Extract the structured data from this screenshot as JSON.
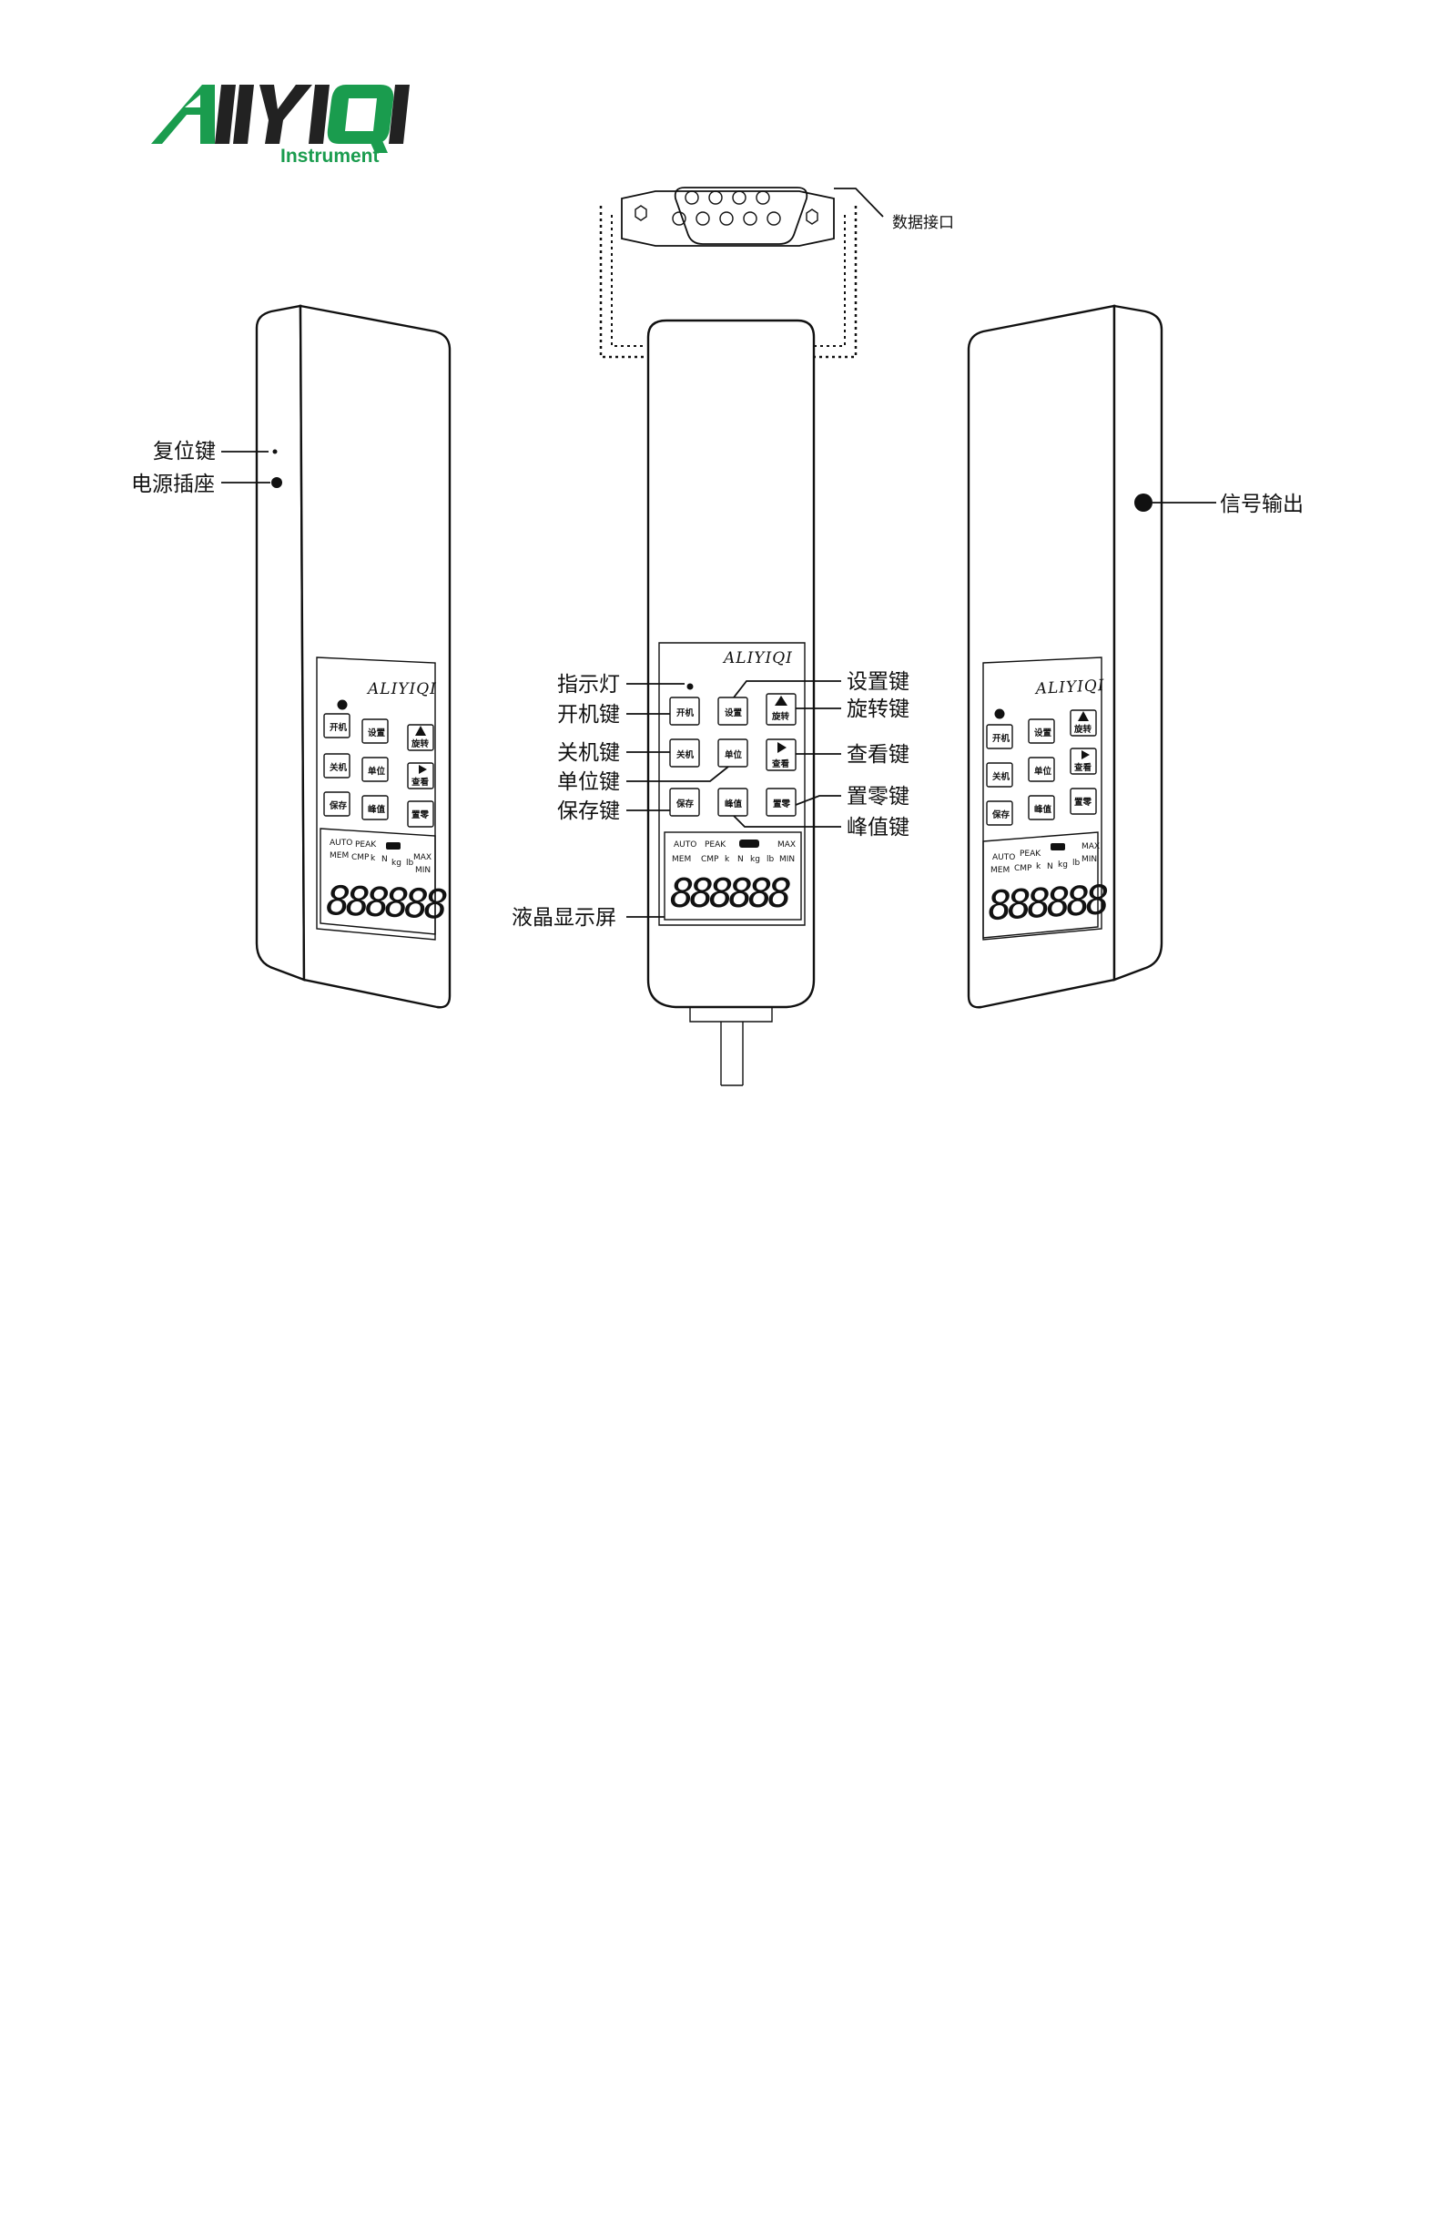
{
  "logo": {
    "word": "ALIYIQI",
    "sub": "Instrument",
    "green": "#1a9c4e",
    "dark": "#222222"
  },
  "brand": "ALIYIQI",
  "labels": {
    "data_port": "数据接口",
    "reset_key": "复位键",
    "power_socket": "电源插座",
    "signal_output": "信号输出",
    "indicator": "指示灯",
    "power_on_key": "开机键",
    "power_off_key": "关机键",
    "unit_key": "单位键",
    "save_key": "保存键",
    "lcd": "液晶显示屏",
    "set_key": "设置键",
    "rotate_key": "旋转键",
    "view_key": "查看键",
    "zero_key": "置零键",
    "peak_key": "峰值键"
  },
  "keys": {
    "on": "开机",
    "set": "设置",
    "rotate": "旋转",
    "off": "关机",
    "unit": "单位",
    "view": "查看",
    "save": "保存",
    "peak": "峰值",
    "zero": "置零"
  },
  "icons": {
    "rotate": "up-triangle-icon",
    "view": "right-triangle-icon"
  },
  "lcd": {
    "row1": [
      "AUTO",
      "PEAK",
      "MAX"
    ],
    "row2": [
      "MEM",
      "CMP",
      "k",
      "N",
      "kg",
      "lb",
      "MIN"
    ],
    "digits": "888888"
  }
}
